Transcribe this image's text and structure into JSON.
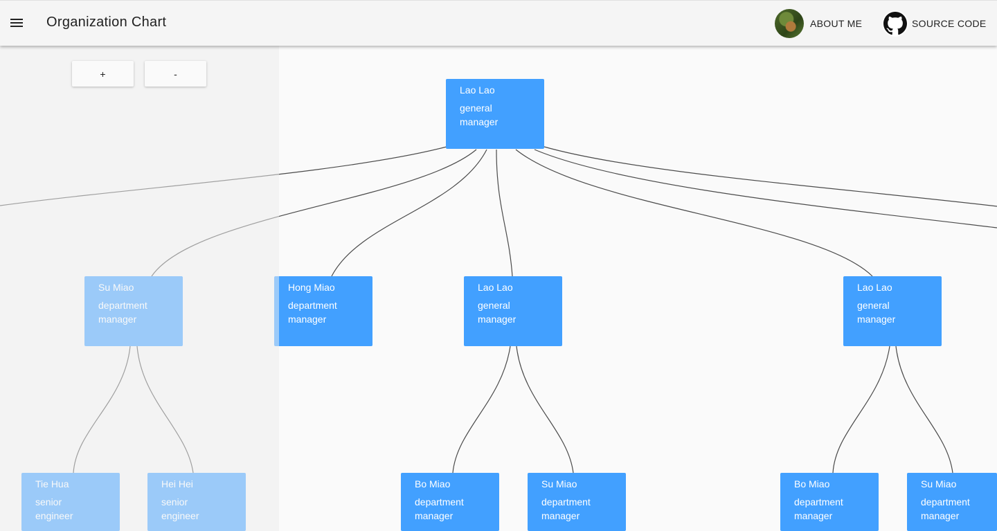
{
  "header": {
    "title": "Organization Chart",
    "about_label": "ABOUT ME",
    "source_label": "SOURCE CODE"
  },
  "icons": {
    "menu": "hamburger-menu-icon",
    "avatar": "avatar-photo",
    "github": "github-icon"
  },
  "zoom": {
    "in_label": "+",
    "out_label": "-"
  },
  "colors": {
    "node": "#42a0ff",
    "edge": "#4a4a4a",
    "appbar": "#f5f5f5",
    "canvas": "#fafafa",
    "side_panel": "#f3f3f3"
  },
  "chart": {
    "root": {
      "name": "Lao Lao",
      "title": "general manager"
    },
    "level1": [
      {
        "name": "Su Miao",
        "title": "department manager"
      },
      {
        "name": "Hong Miao",
        "title": "department manager"
      },
      {
        "name": "Lao Lao",
        "title": "general manager"
      },
      {
        "name": "Lao Lao",
        "title": "general manager"
      }
    ],
    "level2": [
      {
        "name": "Tie Hua",
        "title": "senior engineer"
      },
      {
        "name": "Hei Hei",
        "title": "senior engineer"
      },
      {
        "name": "Bo Miao",
        "title": "department manager"
      },
      {
        "name": "Su Miao",
        "title": "department manager"
      },
      {
        "name": "Bo Miao",
        "title": "department manager"
      },
      {
        "name": "Su Miao",
        "title": "department manager"
      }
    ]
  }
}
